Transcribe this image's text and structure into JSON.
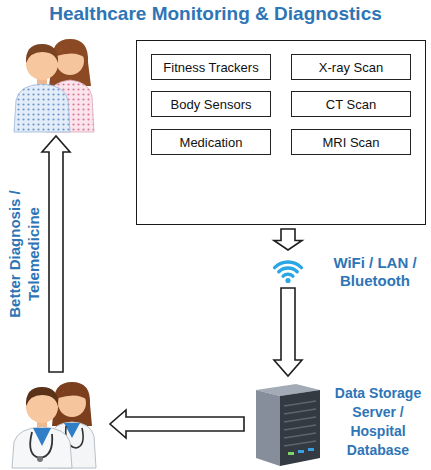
{
  "diagram": {
    "title": "Healthcare Monitoring & Diagnostics",
    "nodes": [
      {
        "text": []
      },
      {
        "text": [
          "Fitness Trackers"
        ],
        "in": 0
      },
      {
        "text": [
          "X-ray Scan"
        ],
        "in": 0
      },
      {
        "text": [
          "Body Sensors"
        ],
        "in": 0
      },
      {
        "text": [
          "CT Scan"
        ],
        "in": 0
      },
      {
        "text": [
          "Medication"
        ],
        "in": 0
      },
      {
        "text": [
          "MRI Scan"
        ],
        "in": 0
      },
      {
        "text": [
          "WiFi / LAN / Bluetooth"
        ]
      },
      {
        "text": [
          "Data Storage Server / Hospital Database"
        ]
      },
      {
        "text": []
      },
      {
        "text": []
      }
    ],
    "edges": [
      {
        "from": 0,
        "to": 7,
        "arrow": "to"
      },
      {
        "from": 7,
        "to": 8,
        "arrow": "to"
      },
      {
        "from": 8,
        "to": 9,
        "arrow": "to"
      },
      {
        "from": 9,
        "to": 10,
        "label": "Better Diagnosis / Telemedicine",
        "arrow": "to"
      }
    ]
  }
}
